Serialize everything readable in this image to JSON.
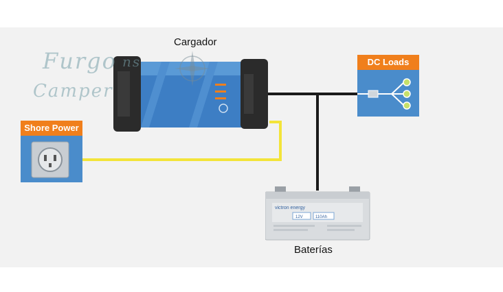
{
  "labels": {
    "charger": "Cargador",
    "batteries": "Baterías"
  },
  "shore_power": {
    "title": "Shore Power"
  },
  "dc_loads": {
    "title": "DC Loads"
  },
  "watermark": {
    "line1": "Furgo",
    "line2": "ns",
    "line3": "Camper"
  },
  "battery": {
    "brand": "victron energy",
    "voltage": "12V",
    "capacity": "110Ah"
  },
  "colors": {
    "accent_orange": "#f07f1c",
    "box_blue": "#4a8ccb",
    "charger_blue": "#3d7ec4",
    "ac_wire": "#f3e43a",
    "dc_wire": "#1a1a1a"
  }
}
